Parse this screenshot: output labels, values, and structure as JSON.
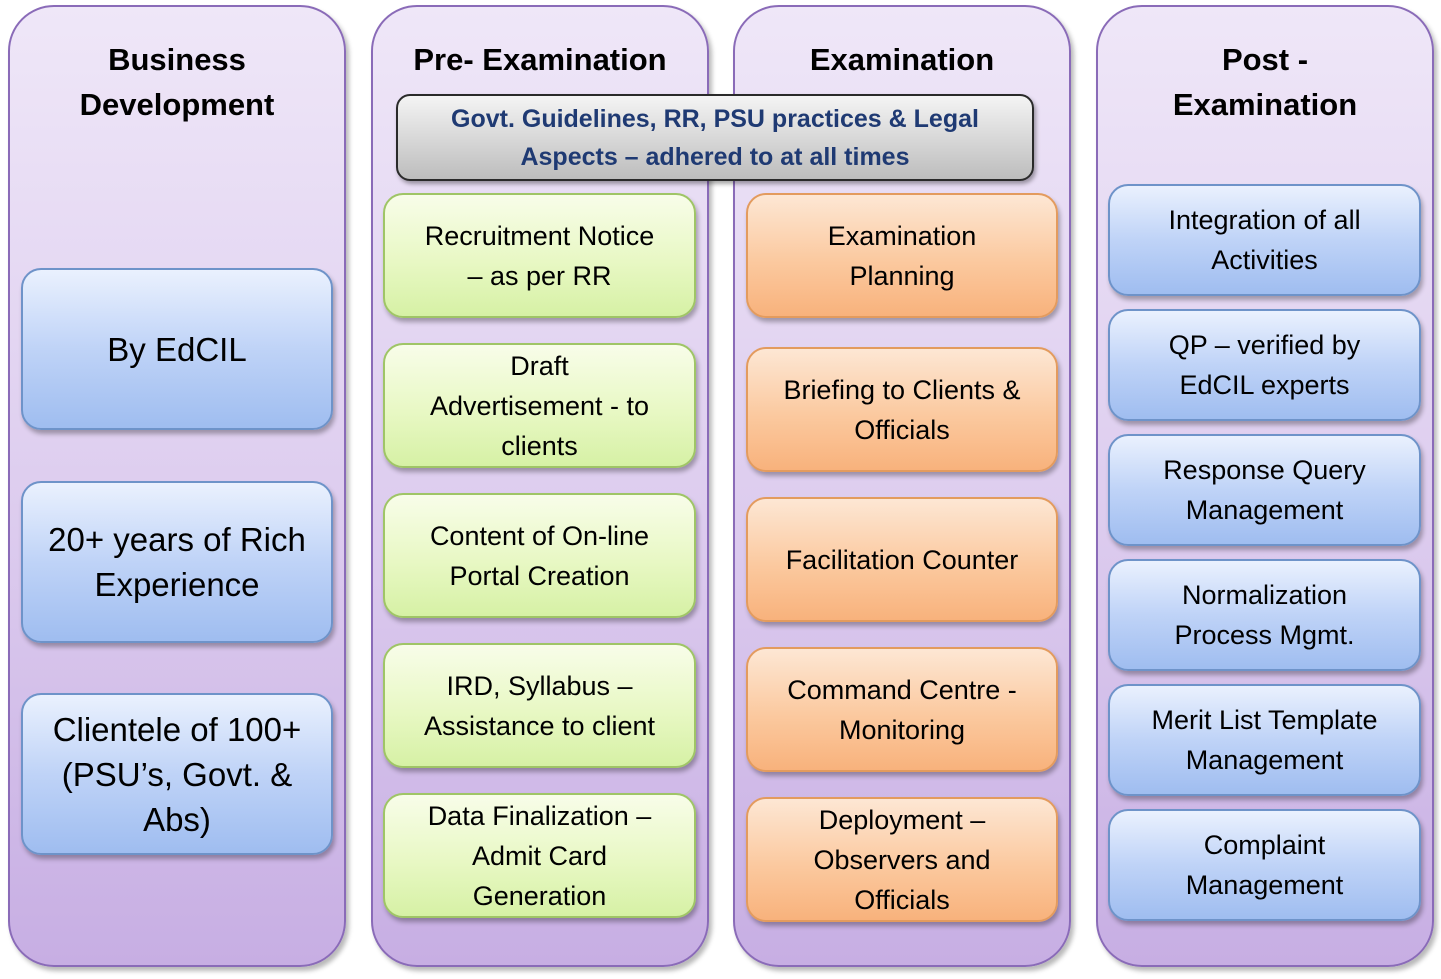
{
  "columns": [
    {
      "title": "Business\nDevelopment",
      "boxes": [
        "By EdCIL",
        "20+ years of Rich\nExperience",
        "Clientele of 100+\n(PSU’s, Govt. &\nAbs)"
      ]
    },
    {
      "title": "Pre- Examination",
      "boxes": [
        "Recruitment Notice\n– as per RR",
        "Draft\nAdvertisement  - to\nclients",
        "Content of On-line\nPortal Creation",
        "IRD, Syllabus –\nAssistance to client",
        "Data Finalization –\nAdmit Card\nGeneration"
      ]
    },
    {
      "title": "Examination",
      "boxes": [
        "Examination\nPlanning",
        "Briefing to Clients &\nOfficials",
        "Facilitation Counter",
        "Command Centre -\nMonitoring",
        "Deployment –\nObservers and\nOfficials"
      ]
    },
    {
      "title": "Post -\nExamination",
      "boxes": [
        "Integration of all\nActivities",
        "QP – verified by\nEdCIL experts",
        "Response Query\nManagement",
        "Normalization\nProcess Mgmt.",
        "Merit List Template\nManagement",
        "Complaint\nManagement"
      ]
    }
  ],
  "banner": "Govt. Guidelines, RR, PSU practices & Legal\nAspects – adhered to at all times"
}
